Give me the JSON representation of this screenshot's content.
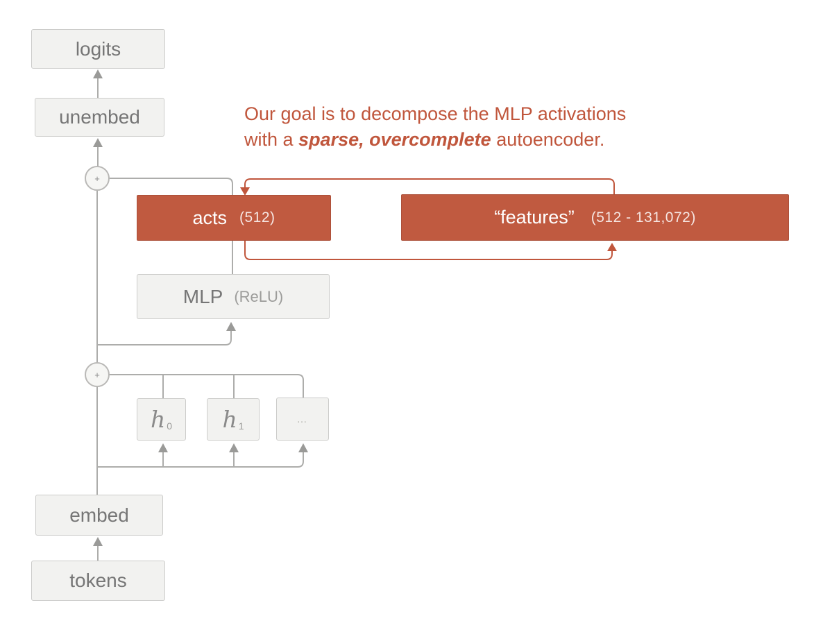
{
  "colors": {
    "accent_red": "#c0563c",
    "red_box_fill": "#c05a40",
    "gray_box_fill": "#f2f2f0",
    "gray_box_border": "#ccccca",
    "wire_gray": "#adadab",
    "box_text_gray": "#767676"
  },
  "icons": {
    "plus": "+"
  },
  "annotation": {
    "line1": "Our goal is to decompose the MLP activations",
    "line2_prefix": "with a ",
    "line2_emphasis": "sparse, overcomplete",
    "line2_suffix": " autoencoder."
  },
  "stack": {
    "logits": "logits",
    "unembed": "unembed",
    "embed": "embed",
    "tokens": "tokens"
  },
  "mlp": {
    "label": "MLP",
    "note": "(ReLU)"
  },
  "acts": {
    "label": "acts",
    "dims": "(512)"
  },
  "features": {
    "label": "“features”",
    "dims": "(512 - 131,072)"
  },
  "heads": {
    "items": [
      {
        "base": "h",
        "sub": "0"
      },
      {
        "base": "h",
        "sub": "1"
      }
    ],
    "ellipsis": "…"
  }
}
